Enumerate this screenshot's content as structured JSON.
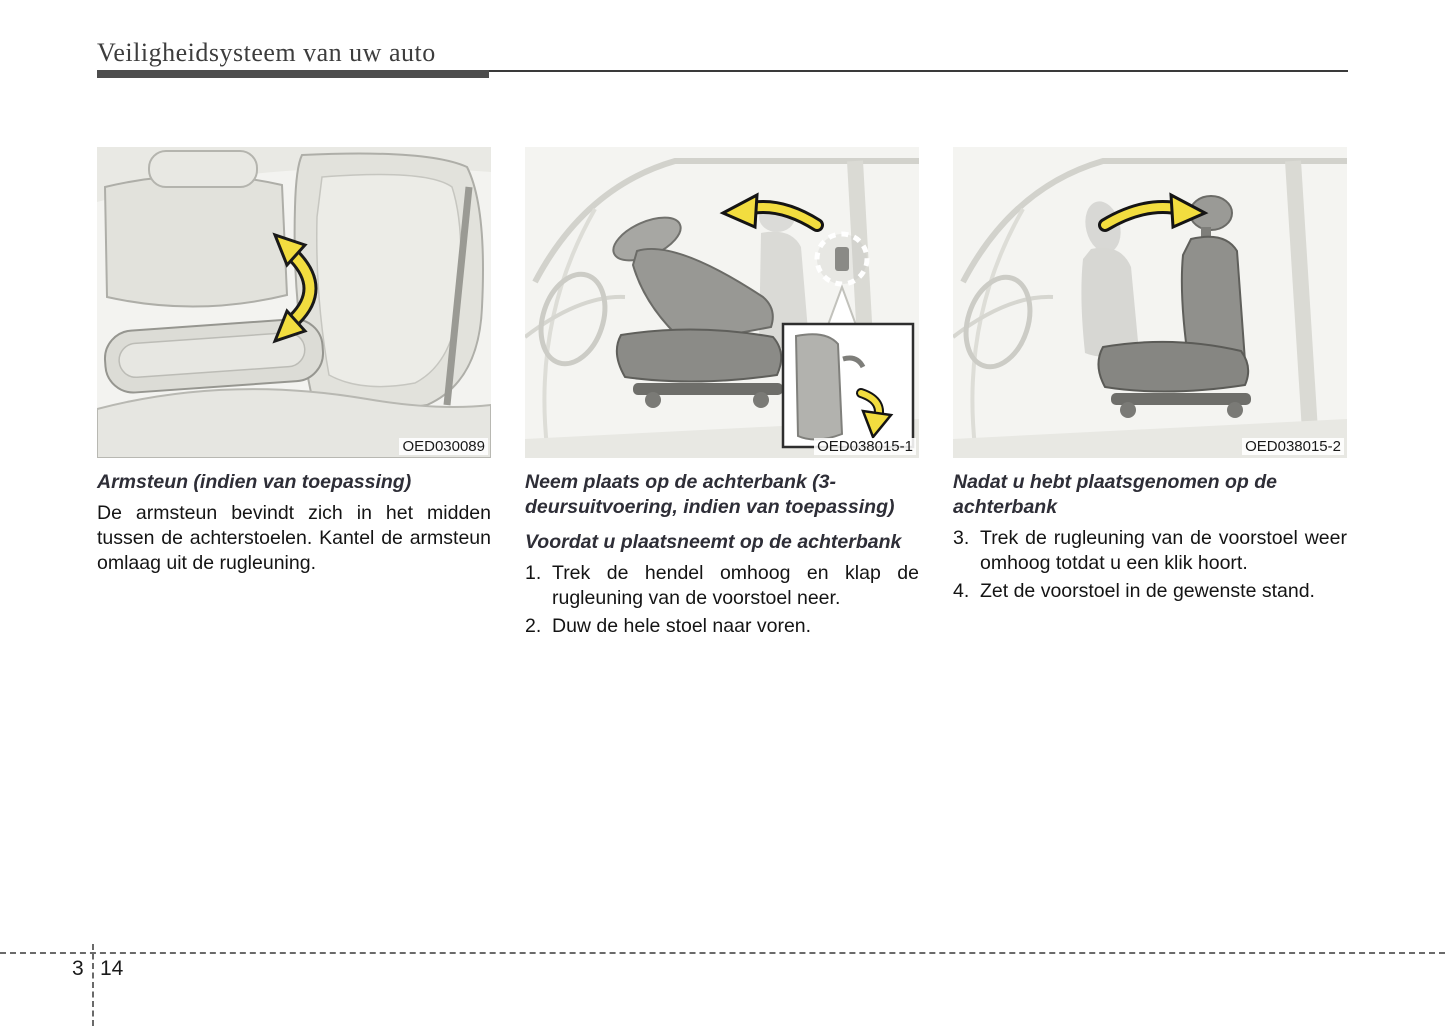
{
  "header": {
    "title": "Veiligheidsysteem van uw auto"
  },
  "columns": [
    {
      "image_code": "OED030089",
      "heading": "Armsteun (indien van toepassing)",
      "body": "De armsteun bevindt zich in het midden tussen de achterstoelen. Kantel de armsteun omlaag uit de rugleuning."
    },
    {
      "image_code": "OED038015-1",
      "heading": "Neem plaats op de achterbank (3-deursuitvoering, indien van toepassing)",
      "subheading": "Voordat u plaatsneemt op de achterbank",
      "list": [
        {
          "num": "1.",
          "text": "Trek de hendel omhoog en klap de rugleuning van de voorstoel neer."
        },
        {
          "num": "2.",
          "text": "Duw de hele stoel naar voren."
        }
      ]
    },
    {
      "image_code": "OED038015-2",
      "heading": "Nadat u hebt plaatsgenomen op de achterbank",
      "list": [
        {
          "num": "3.",
          "text": "Trek de rugleuning van de voorstoel weer omhoog totdat u een klik hoort."
        },
        {
          "num": "4.",
          "text": "Zet de voorstoel in de gewenste stand."
        }
      ]
    }
  ],
  "footer": {
    "chapter": "3",
    "page": "14"
  },
  "colors": {
    "arrow_yellow": "#f2dd3f",
    "heading_text": "#2e2e37"
  }
}
